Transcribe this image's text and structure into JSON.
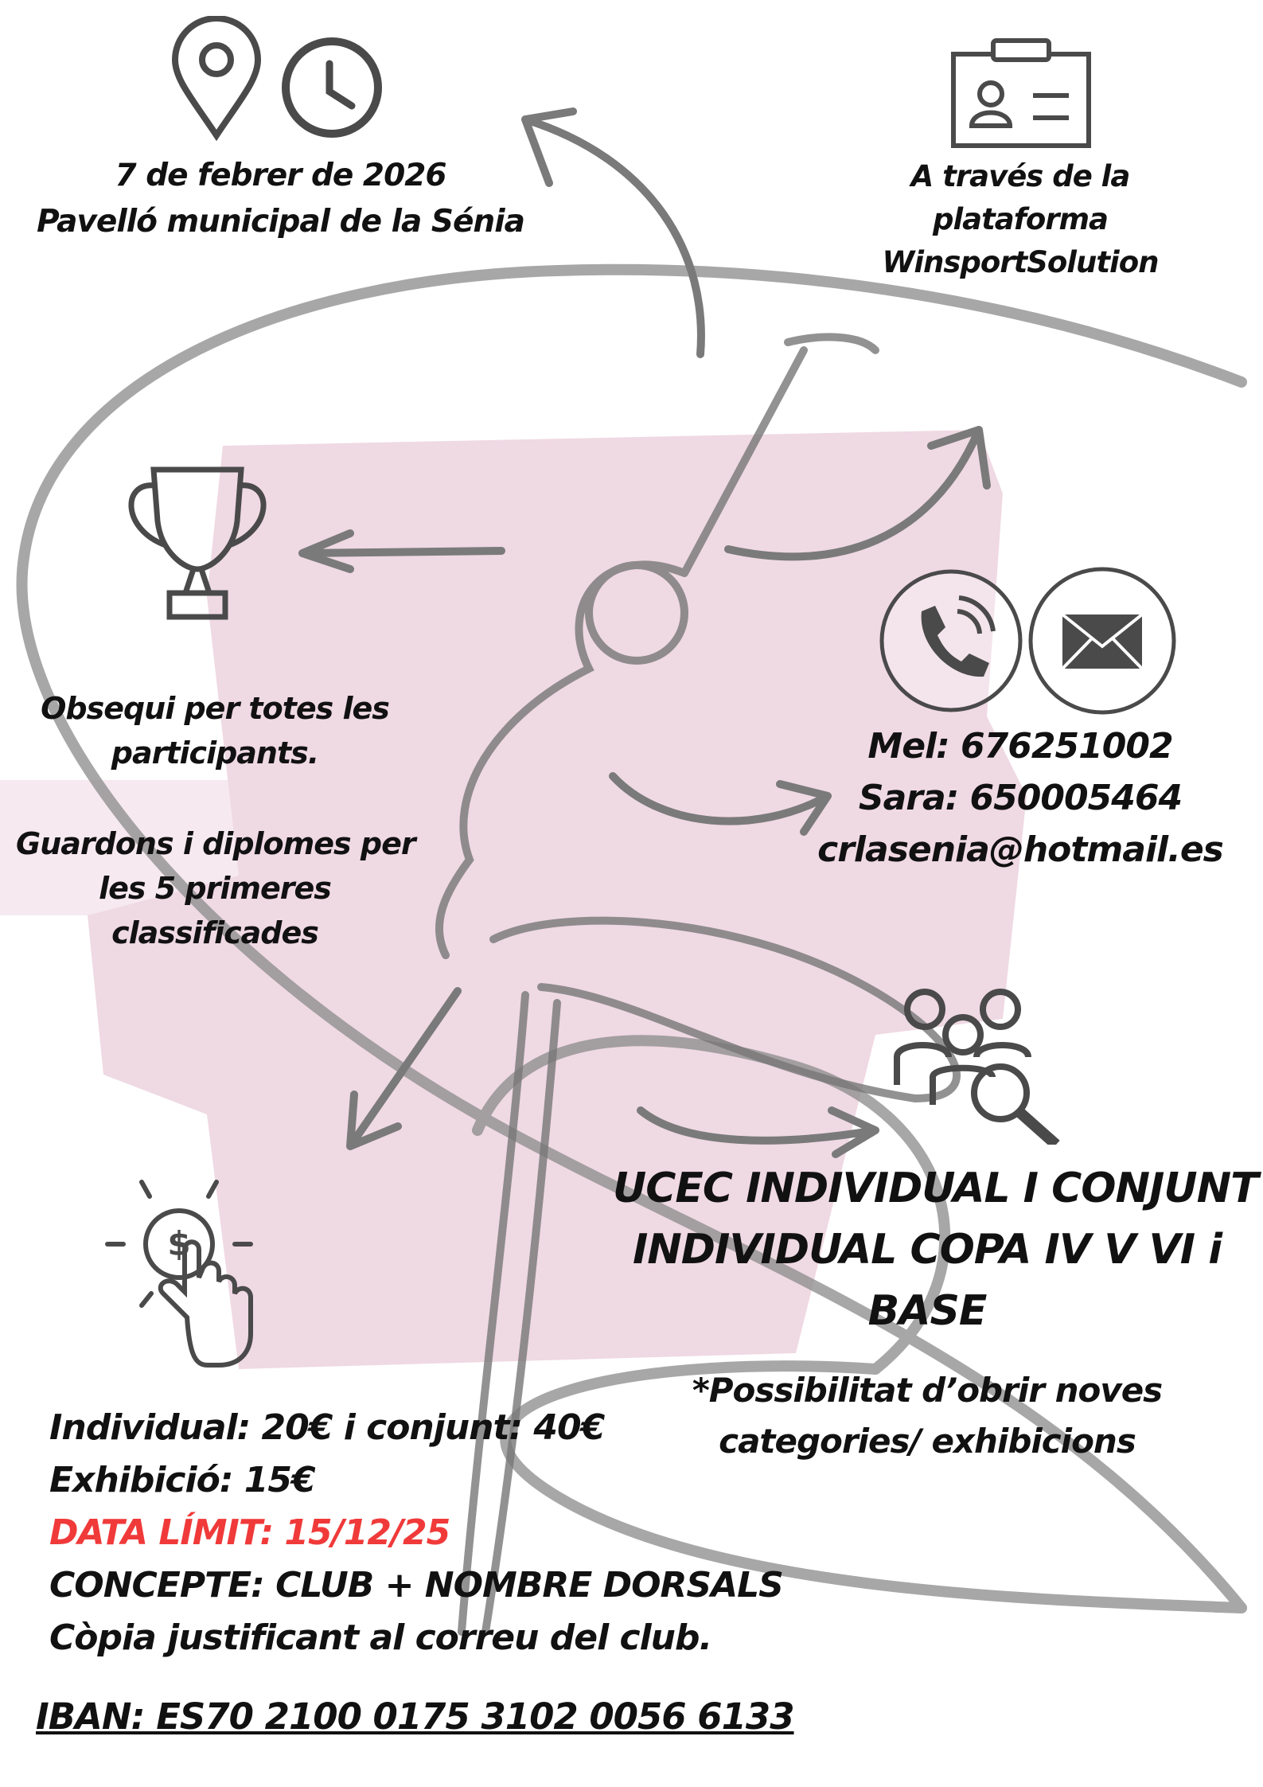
{
  "event": {
    "date": "7 de febrer de 2026",
    "venue": "Pavelló municipal de la Sénia"
  },
  "registration": {
    "lines": [
      "A través de la",
      "plataforma",
      "WinsportSolution"
    ]
  },
  "awards": {
    "gift": [
      "Obsequi per totes les",
      "participants."
    ],
    "prizes": [
      "Guardons i diplomes per",
      "les 5 primeres",
      "classificades"
    ]
  },
  "contact": {
    "mel": "Mel: 676251002",
    "sara": "Sara: 650005464",
    "email": "crlasenia@hotmail.es"
  },
  "categories": {
    "heading": [
      "UCEC INDIVIDUAL I CONJUNT",
      "INDIVIDUAL COPA IV V VI i",
      "BASE"
    ],
    "note": [
      "*Possibilitat d’obrir noves",
      "categories/ exhibicions"
    ]
  },
  "fees": {
    "individual": "Individual: 20€ i conjunt: 40€",
    "exhibition": "Exhibició: 15€",
    "deadline": "DATA LÍMIT: 15/12/25",
    "concept": "CONCEPTE: CLUB + NOMBRE DORSALS",
    "copy": "Còpia justificant al correu del club.",
    "iban": "IBAN: ES70 2100 0175 3102 0056 6133"
  },
  "colors": {
    "text": "#111111",
    "deadline": "#f03a3a",
    "icon": "#4a4a4a",
    "arrow": "#7a7a7a",
    "pink": "#e9c9d8"
  }
}
